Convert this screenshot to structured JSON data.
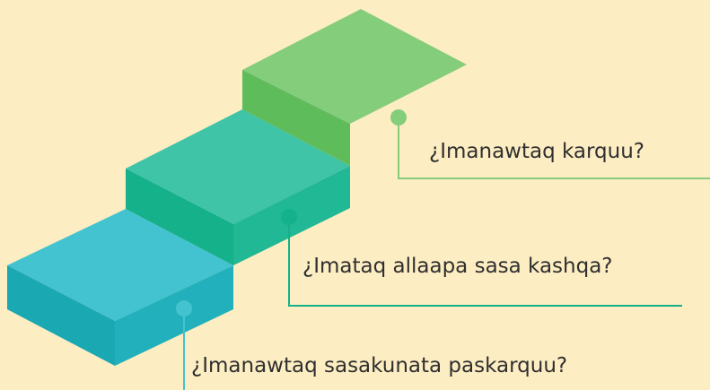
{
  "steps": [
    {
      "question": "¿Imanawtaq sasakunata paskarquu?",
      "color_top": "#43c2cf",
      "color_front": "#1aa8b3",
      "color_side": "#22b1bc"
    },
    {
      "question": "¿Imataq allaapa sasa kashqa?",
      "color_top": "#3fc4a8",
      "color_front": "#14b18b",
      "color_side": "#20b895"
    },
    {
      "question": "¿Imanawtaq karquu?",
      "color_top": "#84cd7b",
      "color_front": "#5fbc5a",
      "color_side": "#68c063"
    }
  ],
  "colors": {
    "background": "#fdedc2",
    "text": "#2f2f2f"
  }
}
